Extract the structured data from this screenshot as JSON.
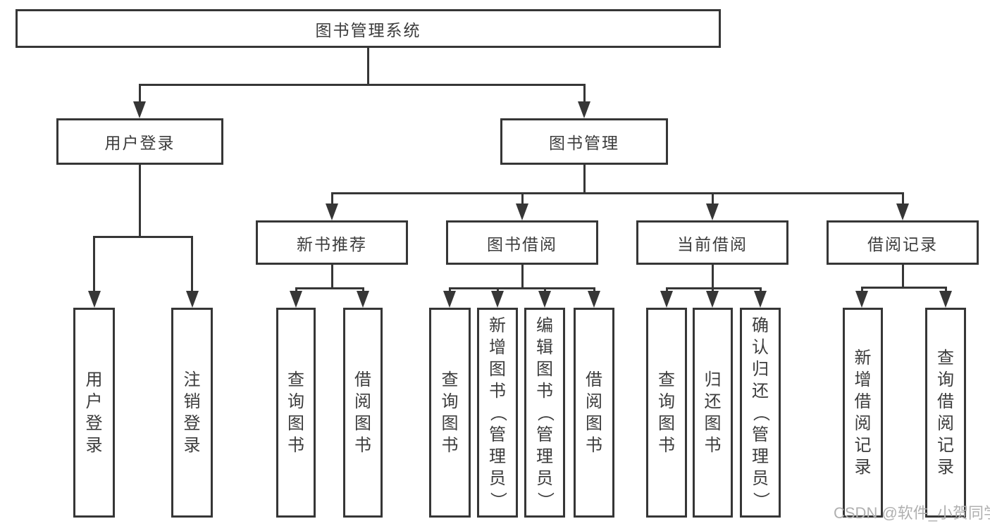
{
  "diagram": {
    "root": {
      "label": "图书管理系统"
    },
    "branches": [
      {
        "label": "用户登录",
        "children": [
          {
            "label": "用户登录"
          },
          {
            "label": "注销登录"
          }
        ]
      },
      {
        "label": "图书管理",
        "children": [
          {
            "label": "新书推荐",
            "children": [
              {
                "label": "查询图书"
              },
              {
                "label": "借阅图书"
              }
            ]
          },
          {
            "label": "图书借阅",
            "children": [
              {
                "label": "查询图书"
              },
              {
                "label": "新增图书（管理员）"
              },
              {
                "label": "编辑图书（管理员）"
              },
              {
                "label": "借阅图书"
              }
            ]
          },
          {
            "label": "当前借阅",
            "children": [
              {
                "label": "查询图书"
              },
              {
                "label": "归还图书"
              },
              {
                "label": "确认归还（管理员）"
              }
            ]
          },
          {
            "label": "借阅记录",
            "children": [
              {
                "label": "新增借阅记录"
              },
              {
                "label": "查询借阅记录"
              }
            ]
          }
        ]
      }
    ]
  },
  "watermark": {
    "text": "CSDN @软件_小贺同学"
  },
  "colors": {
    "line": "#363636",
    "text": "#3c3c3c",
    "watermark": "#b0b0b0",
    "background": "#ffffff"
  }
}
